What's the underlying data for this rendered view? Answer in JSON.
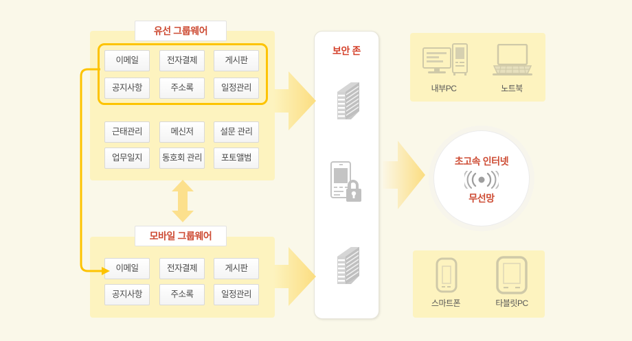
{
  "diagram": {
    "title_wired": "유선 그룹웨어",
    "title_mobile": "모바일 그룹웨어",
    "security_zone_title": "보안 존",
    "network_top": "초고속 인터넷",
    "network_bottom": "무선망"
  },
  "colors": {
    "background": "#faf8e9",
    "panel_yellow": "#fdf3bf",
    "highlight_border": "#fdc300",
    "title_text_red": "#cd4b33",
    "security_title_red": "#d4412b",
    "arrow_yellow": "#fbe38f",
    "icon_gray": "#b3b3b3",
    "button_text": "#4a4a4a"
  },
  "wired_groupware": {
    "label": "유선 그룹웨어",
    "highlighted_apps": [
      "이메일",
      "전자결제",
      "게시판",
      "공지사항",
      "주소록",
      "일정관리"
    ],
    "other_apps": [
      "근태관리",
      "메신저",
      "설문 관리",
      "업무일지",
      "동호회 관리",
      "포토앨범"
    ]
  },
  "mobile_groupware": {
    "label": "모바일 그룹웨어",
    "apps": [
      "이메일",
      "전자결제",
      "게시판",
      "공지사항",
      "주소록",
      "일정관리"
    ]
  },
  "security_zone": {
    "label": "보안 존",
    "icons": [
      {
        "name": "server-stack-icon",
        "order": 1
      },
      {
        "name": "mobile-lock-icon",
        "order": 2
      },
      {
        "name": "server-stack-icon",
        "order": 3
      }
    ]
  },
  "network": {
    "line1": "초고속 인터넷",
    "icon": "wifi-signal-icon",
    "line2": "무선망"
  },
  "devices_top": [
    {
      "icon": "desktop-pc-icon",
      "label": "내부PC"
    },
    {
      "icon": "laptop-icon",
      "label": "노트북"
    }
  ],
  "devices_bottom": [
    {
      "icon": "smartphone-icon",
      "label": "스마트폰"
    },
    {
      "icon": "tablet-icon",
      "label": "타블릿PC"
    }
  ],
  "arrows": [
    {
      "name": "arrow-wired-to-security",
      "direction": "right"
    },
    {
      "name": "arrow-mobile-to-security",
      "direction": "right"
    },
    {
      "name": "arrow-security-to-network",
      "direction": "right"
    },
    {
      "name": "arrow-wired-mobile-sync",
      "direction": "vertical-double"
    },
    {
      "name": "connector-wired-apps-to-mobile",
      "direction": "down-right"
    }
  ]
}
